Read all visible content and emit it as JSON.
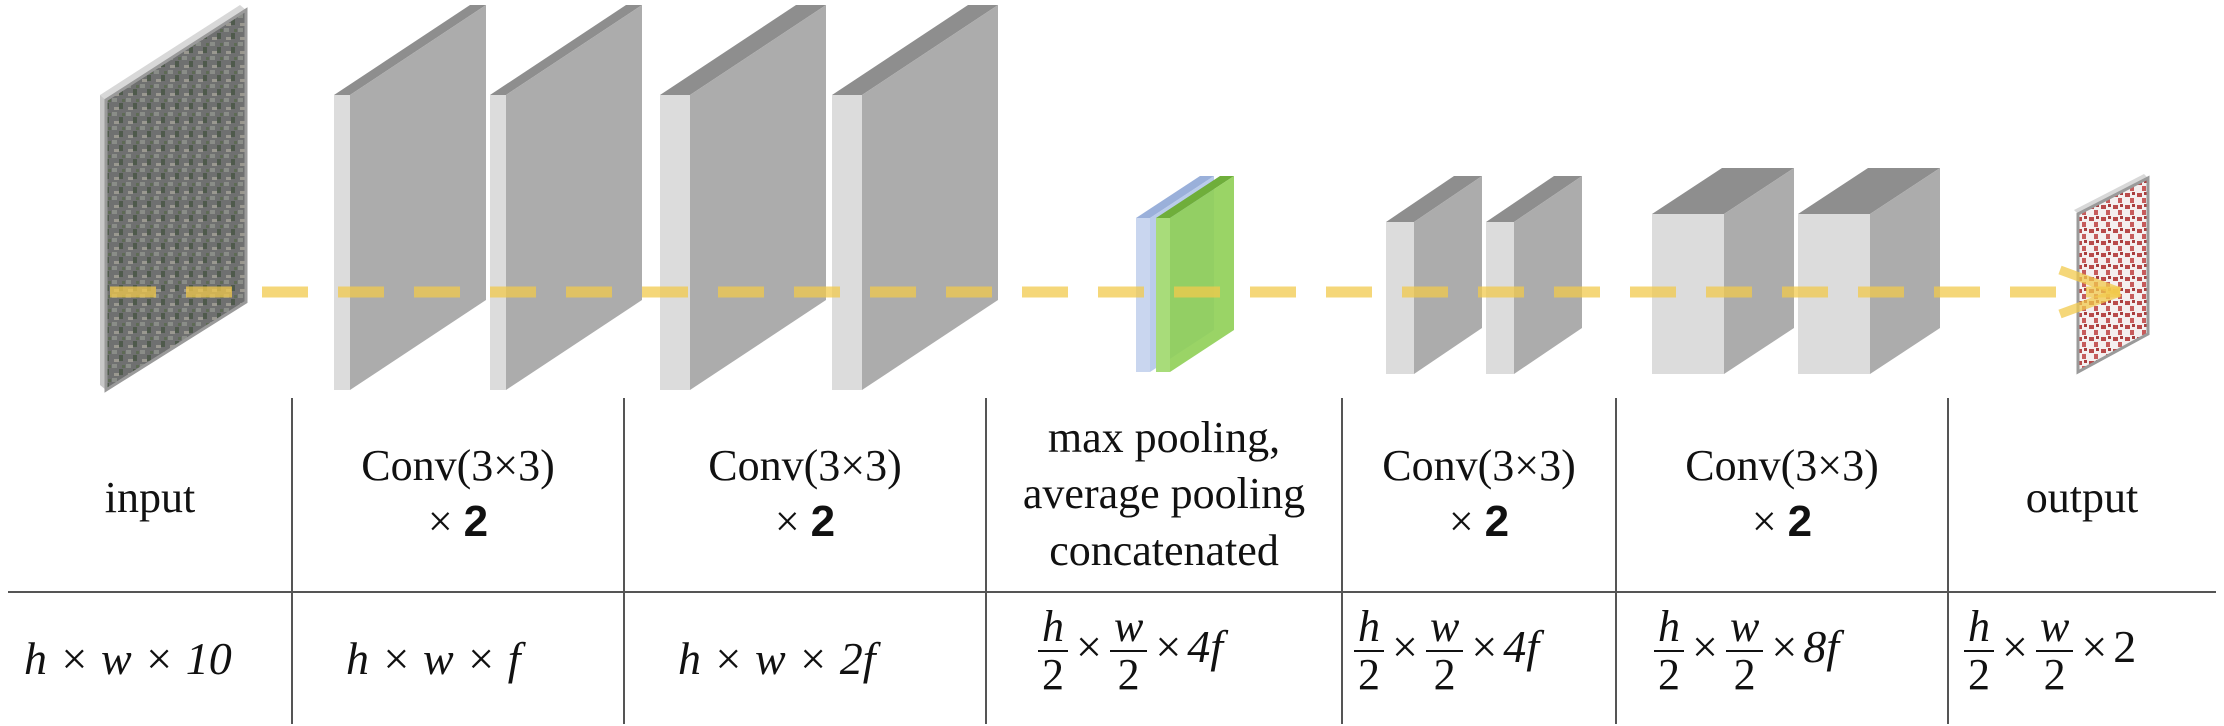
{
  "stages": [
    {
      "label": "input",
      "dims": "h × w × 10"
    },
    {
      "label_line1": "Conv(3×3)",
      "label_line2_op": "×",
      "label_line2_num": "2",
      "dims": "h × w × f"
    },
    {
      "label_line1": "Conv(3×3)",
      "label_line2_op": "×",
      "label_line2_num": "2",
      "dims": "h × w × 2f"
    },
    {
      "label_line1": "max pooling,",
      "label_line2": "average pooling",
      "label_line3": "concatenated",
      "dims_num1": "h",
      "dims_den1": "2",
      "dims_num2": "w",
      "dims_den2": "2",
      "dims_tail": "4f"
    },
    {
      "label_line1": "Conv(3×3)",
      "label_line2_op": "×",
      "label_line2_num": "2",
      "dims_num1": "h",
      "dims_den1": "2",
      "dims_num2": "w",
      "dims_den2": "2",
      "dims_tail": "4f"
    },
    {
      "label_line1": "Conv(3×3)",
      "label_line2_op": "×",
      "label_line2_num": "2",
      "dims_num1": "h",
      "dims_den1": "2",
      "dims_num2": "w",
      "dims_den2": "2",
      "dims_tail": "8f"
    },
    {
      "label": "output",
      "dims_num1": "h",
      "dims_den1": "2",
      "dims_num2": "w",
      "dims_den2": "2",
      "dims_tail": "2"
    }
  ],
  "colors": {
    "block_front": "#acacac",
    "block_side": "#dcdcdc",
    "block_top": "#8c8c8c",
    "pool_blue": "#a9bfe6",
    "pool_green": "#8fcf55",
    "dash_line": "#f5d27a",
    "divider": "#555555"
  }
}
